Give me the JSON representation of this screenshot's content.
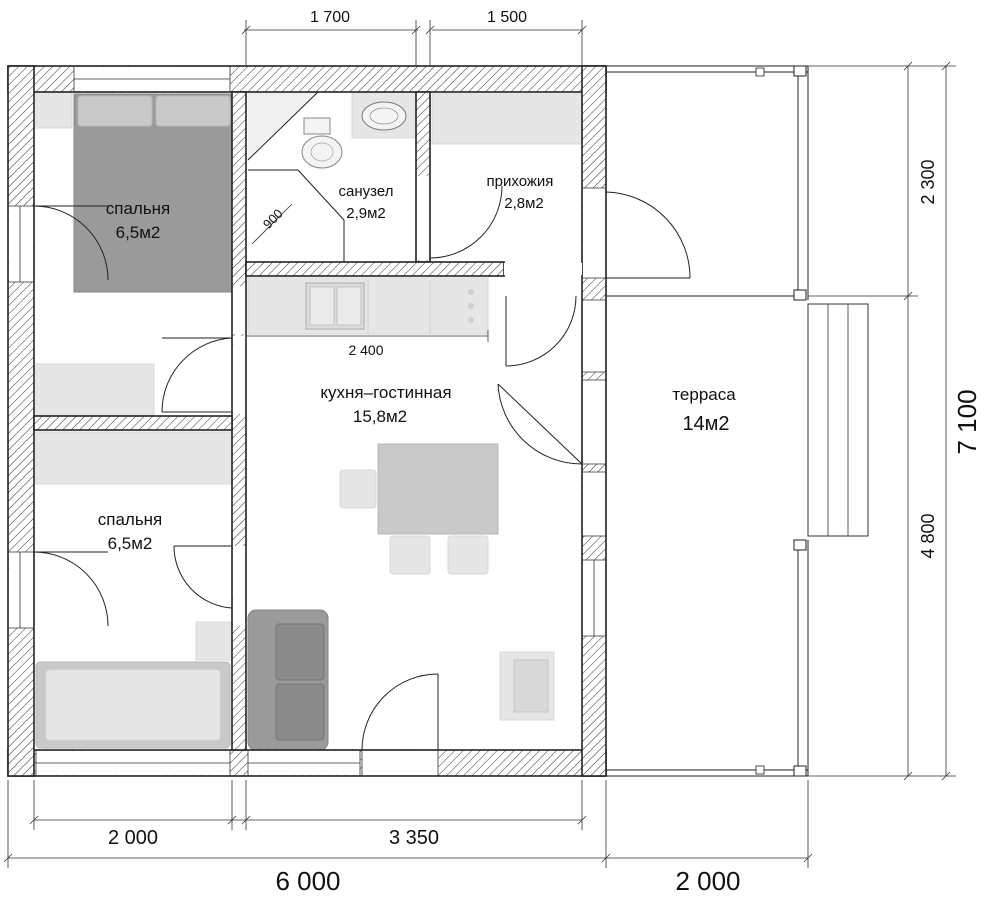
{
  "rooms": {
    "bedroom_top": {
      "name": "спальня",
      "area": "6,5м2"
    },
    "bedroom_bottom": {
      "name": "спальня",
      "area": "6,5м2"
    },
    "bathroom": {
      "name": "санузел",
      "area": "2,9м2"
    },
    "hallway": {
      "name": "прихожия",
      "area": "2,8м2"
    },
    "kitchen_living": {
      "name": "кухня–гостинная",
      "area": "15,8м2"
    },
    "terrace": {
      "name": "терраса",
      "area": "14м2"
    }
  },
  "dimensions": {
    "top_left": "1 700",
    "top_right": "1 500",
    "kitchen_counter": "2 400",
    "shower": "900",
    "bottom_left": "2 000",
    "bottom_mid": "3 350",
    "bottom_total": "6 000",
    "bottom_terrace": "2 000",
    "right_top": "2 300",
    "right_bottom": "4 800",
    "right_total": "7 100"
  }
}
